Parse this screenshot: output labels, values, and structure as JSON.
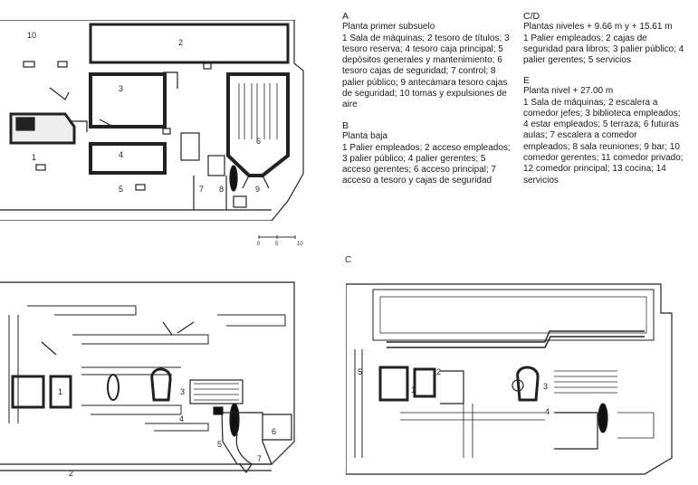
{
  "captions": {
    "a": {
      "letter": "A",
      "title": "Planta primer subsuelo",
      "text": "1 Sala de máquinas; 2 tesoro de títulos; 3 tesoro reserva; 4 tesoro caja principal; 5 depósitos generales y mantenimiento; 6 tesoro cajas de seguridad; 7 control; 8 palier público; 9 antecámara tesoro cajas de seguridad; 10 tomas y expulsiones de aire"
    },
    "b": {
      "letter": "B",
      "title": "Planta baja",
      "text": "1 Palier empleados; 2 acceso empleados; 3 palier público; 4 palier gerentes; 5 acceso gerentes; 6 acceso principal; 7 acceso a tesoro y cajas de seguridad"
    },
    "cd": {
      "letter": "C/D",
      "title": "Plantas niveles + 9.66 m y + 15.61 m",
      "text": "1 Palier empleados; 2 cajas de seguridad para libros; 3 palier público; 4 palier gerentes; 5 servicios"
    },
    "e": {
      "letter": "E",
      "title": "Planta nivel + 27.00 m",
      "text": "1 Sala de máquinas; 2 escalera a comedor jefes; 3 biblioteca empleados; 4 estar empleados; 5 terraza; 6 futuras aulas; 7 escalera a comedor empleados; 8 sala reuniones; 9 bar; 10 comedor gerentes; 11 comedor privado; 12 comedor principal; 13 cocina; 14 servicios"
    }
  },
  "plan_a_labels": [
    "10",
    "2",
    "3",
    "1",
    "4",
    "5",
    "6",
    "7",
    "8",
    "9"
  ],
  "plan_b_labels": [
    "1",
    "2",
    "3",
    "4",
    "5",
    "6",
    "7"
  ],
  "plan_c_letter": "C",
  "plan_c_labels": [
    "5",
    "1",
    "2",
    "3",
    "4"
  ],
  "scale_bar": {
    "zero": "0",
    "mid": "5",
    "max": "10"
  }
}
